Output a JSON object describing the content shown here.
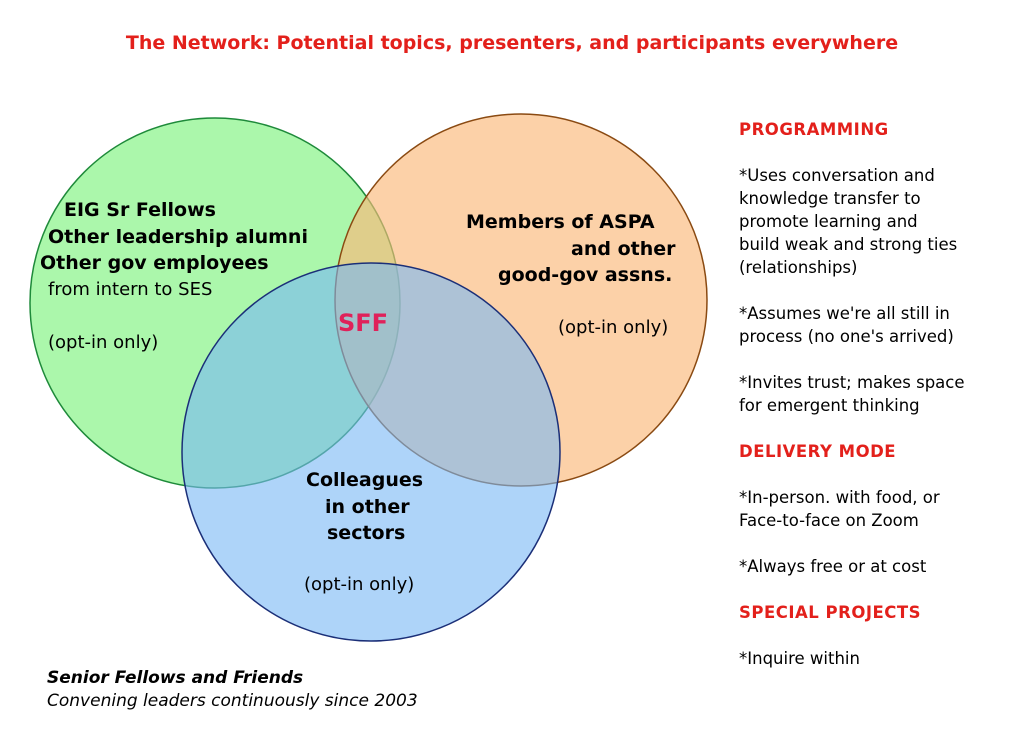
{
  "title": "The Network: Potential topics, presenters, and participants everywhere",
  "colors": {
    "title_red": "#e3201b",
    "sff_pink": "#e0215a",
    "green_fill": "#7ef27e",
    "green_stroke": "#1e8a3a",
    "orange_fill": "#fbb87a",
    "orange_stroke": "#8a4a12",
    "blue_fill": "#78b8f5",
    "blue_stroke": "#1b2f78"
  },
  "circles": {
    "green": {
      "lines": [
        "EIG Sr Fellows",
        "Other leadership alumni",
        "Other gov employees"
      ],
      "subline": "from intern to SES",
      "note": "(opt-in only)"
    },
    "orange": {
      "lines": [
        "Members of ASPA",
        "and other",
        "good-gov assns."
      ],
      "note": "(opt-in only)"
    },
    "blue": {
      "lines": [
        "Colleagues",
        "in other",
        "sectors"
      ],
      "note": "(opt-in only)"
    },
    "center": "SFF"
  },
  "panel": {
    "programming": {
      "heading": "PROGRAMMING",
      "items": [
        "*Uses conversation and\nknowledge transfer to\npromote learning and\nbuild weak and strong ties\n(relationships)",
        "*Assumes we're all still in\nprocess (no one's arrived)",
        "*Invites trust; makes space\nfor emergent thinking"
      ]
    },
    "delivery": {
      "heading": "DELIVERY MODE",
      "items": [
        "*In-person. with food, or\nFace-to-face on Zoom",
        "*Always free or at cost"
      ]
    },
    "special": {
      "heading": "SPECIAL PROJECTS",
      "items": [
        "*Inquire within"
      ]
    }
  },
  "footer": {
    "line1": "Senior Fellows and Friends",
    "line2": "Convening leaders continuously since 2003"
  }
}
